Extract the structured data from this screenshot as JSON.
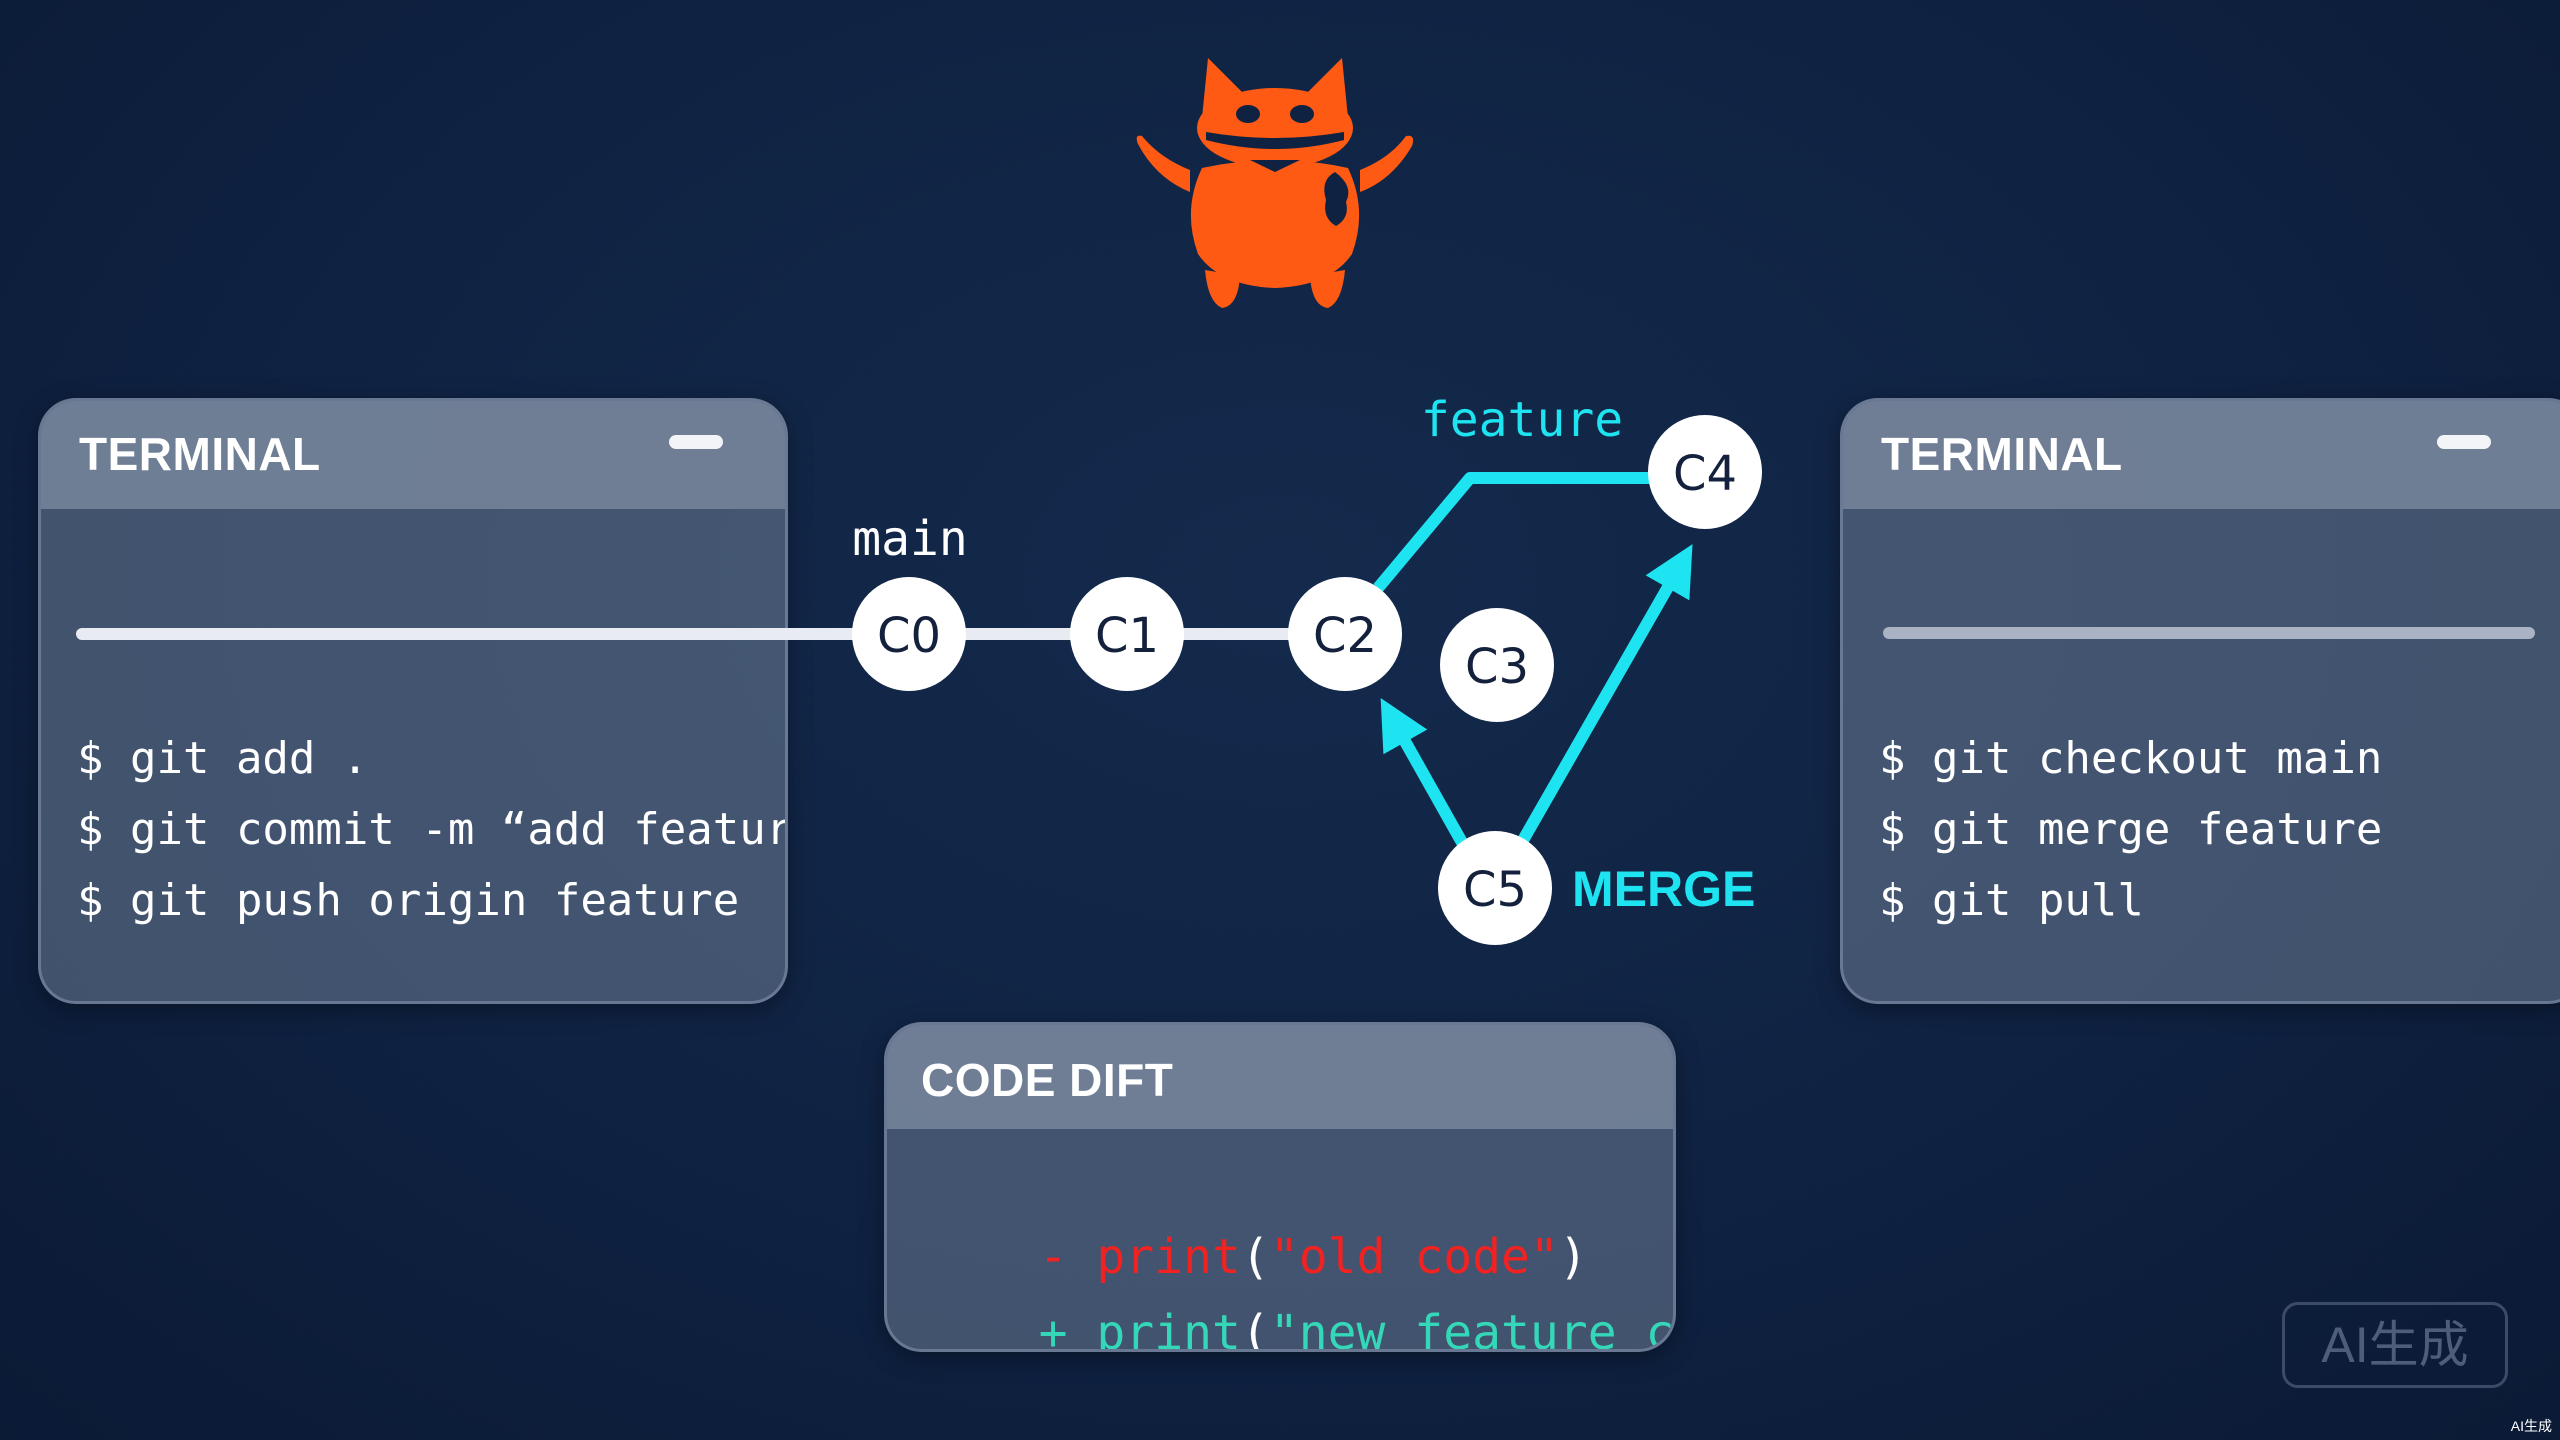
{
  "left_terminal": {
    "title": "TERMINAL",
    "commands": [
      "$ git add .",
      "$ git commit -m “add feature”",
      "$ git push origin feature"
    ]
  },
  "right_terminal": {
    "title": "TERMINAL",
    "commands": [
      "$ git checkout main",
      "$ git merge feature",
      "$ git pull"
    ]
  },
  "code_diff": {
    "title": "CODE DIFT",
    "removed": {
      "sign": "-",
      "fn": "print",
      "open": "(",
      "str": "\"old code\"",
      "close": ")"
    },
    "added": {
      "sign": "+",
      "fn": "print",
      "open": "(",
      "str": "\"new feature code\"",
      "close": ")"
    }
  },
  "graph": {
    "branch_main": "main",
    "branch_feature": "feature",
    "merge_label": "MERGE",
    "commits": [
      "C0",
      "C1",
      "C2",
      "C3",
      "C4",
      "C5"
    ]
  },
  "watermark": "AI生成",
  "corner_mark": "AI生成",
  "colors": {
    "background": "#0f2242",
    "mascot": "#ff5a14",
    "accent_cyan": "#1ee3f0",
    "removed": "#f02222",
    "added": "#34d8b8"
  },
  "icons": {
    "mascot": "cat-mascot-icon"
  }
}
